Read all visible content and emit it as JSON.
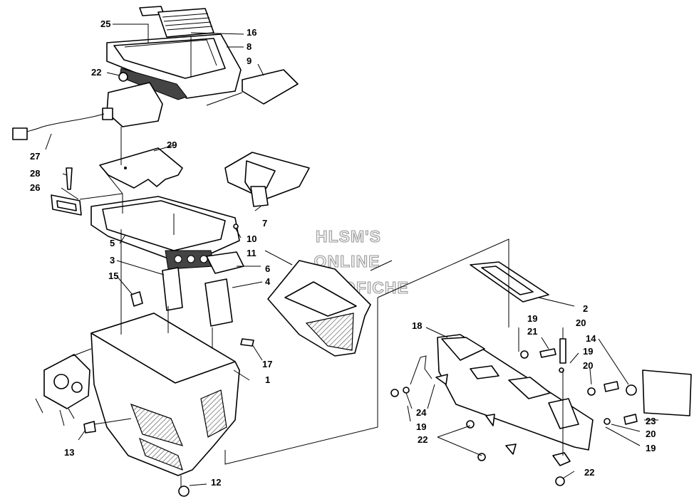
{
  "watermark": [
    "HLSM'S",
    "ONLINE",
    "MICROFICHE"
  ],
  "callouts": {
    "c1": "1",
    "c2": "2",
    "c3": "3",
    "c4": "4",
    "c5": "5",
    "c6": "6",
    "c7": "7",
    "c8": "8",
    "c9": "9",
    "c10": "10",
    "c11": "11",
    "c12": "12",
    "c13": "13",
    "c14": "14",
    "c15": "15",
    "c16": "16",
    "c17": "17",
    "c18": "18",
    "c19a": "19",
    "c19b": "19",
    "c19c": "19",
    "c19d": "19",
    "c20a": "20",
    "c20b": "20",
    "c20c": "20",
    "c21": "21",
    "c22a": "22",
    "c22b": "22",
    "c22c": "22",
    "c23": "23",
    "c24": "24",
    "c25": "25",
    "c26": "26",
    "c27": "27",
    "c28": "28",
    "c29": "29"
  }
}
